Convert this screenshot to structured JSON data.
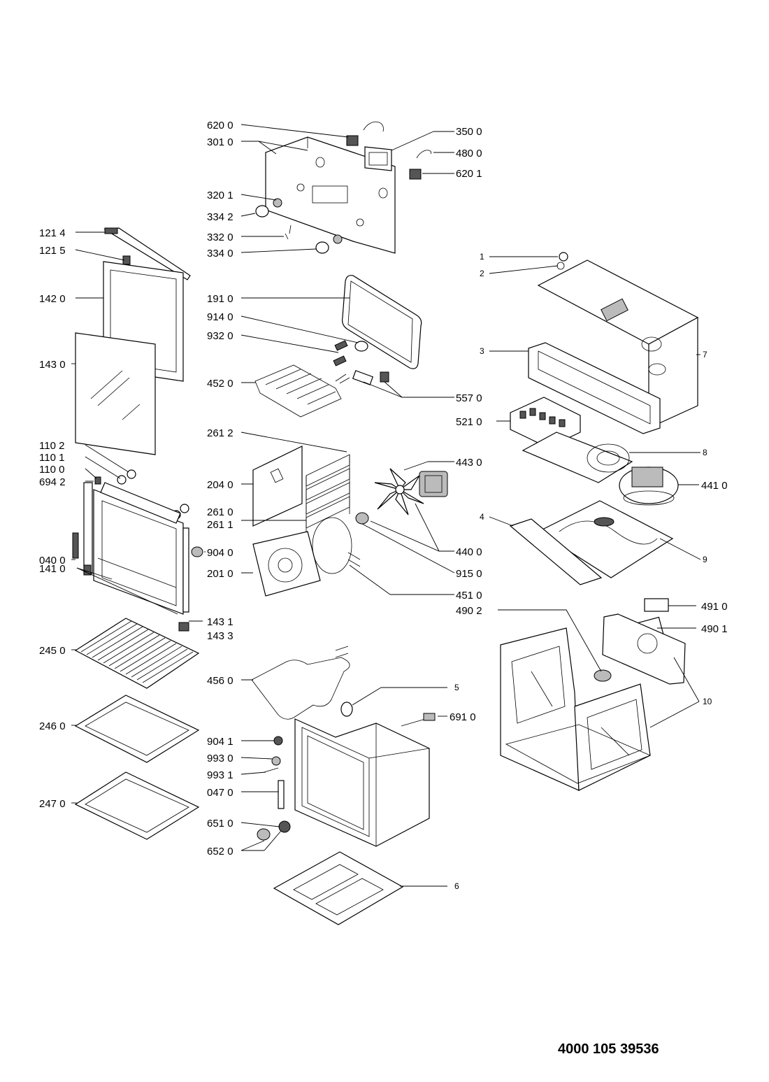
{
  "document_number": "4000 105 39536",
  "labels": {
    "l6200": "620 0",
    "l3010": "301 0",
    "l3500": "350 0",
    "l4800": "480 0",
    "l6201": "620 1",
    "l3201": "320 1",
    "l3342": "334 2",
    "l3320": "332 0",
    "l3340": "334 0",
    "l1214": "121 4",
    "l1215": "121 5",
    "l1420": "142 0",
    "l1430": "143 0",
    "l1102": "110 2",
    "l1101": "110 1",
    "l1100": "110 0",
    "l6942": "694 2",
    "l0400": "040 0",
    "l1410": "141 0",
    "l1431": "143 1",
    "l1433": "143 3",
    "l1910": "191 0",
    "l9140": "914 0",
    "l9320": "932 0",
    "l4520": "452 0",
    "l5570": "557 0",
    "l2612": "261 2",
    "l2040": "204 0",
    "l2610": "261 0",
    "l2611": "261 1",
    "l9040": "904 0",
    "l2010": "201 0",
    "l4430": "443 0",
    "l4400": "440 0",
    "l9150": "915 0",
    "l4510": "451 0",
    "l2450": "245 0",
    "l2460": "246 0",
    "l2470": "247 0",
    "l4560": "456 0",
    "l9041": "904 1",
    "l9930": "993 0",
    "l9931": "993 1",
    "l0470": "047 0",
    "l6510": "651 0",
    "l6520": "652 0",
    "l6910": "691 0",
    "l5210": "521 0",
    "l4410": "441 0",
    "l4910": "491 0",
    "l4902": "490 2",
    "l4901": "490 1",
    "n1": "1",
    "n2": "2",
    "n3": "3",
    "n4": "4",
    "n5": "5",
    "n6": "6",
    "n7": "7",
    "n8": "8",
    "n9": "9",
    "n10": "10"
  }
}
